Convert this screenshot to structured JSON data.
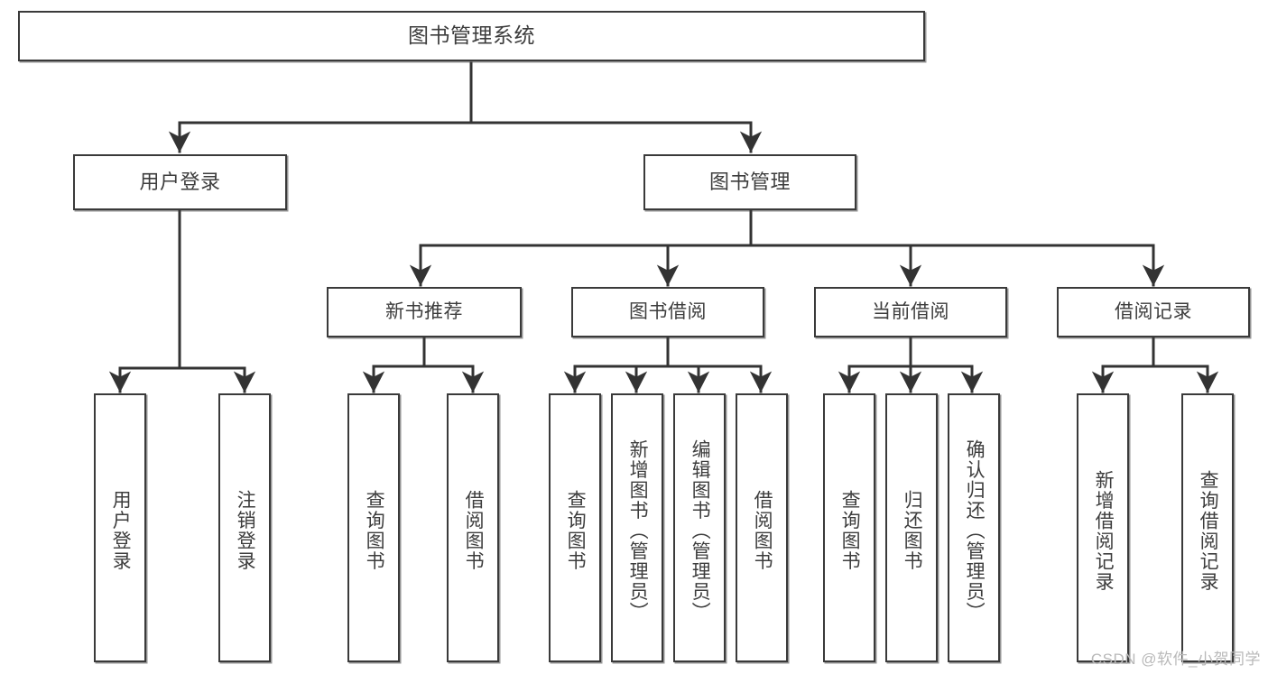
{
  "diagram": {
    "title": "图书管理系统",
    "type": "tree-hierarchy-chart",
    "watermark": "CSDN @软件_小贺同学",
    "colors": {
      "box_border": "#3a3a3a",
      "box_fill": "#ffffff",
      "edge": "#333333",
      "text": "#3d3d3d",
      "watermark": "#b9b9b9"
    },
    "root": {
      "label": "图书管理系统"
    },
    "level1": [
      {
        "label": "用户登录"
      },
      {
        "label": "图书管理"
      }
    ],
    "level2": [
      {
        "label": "新书推荐"
      },
      {
        "label": "图书借阅"
      },
      {
        "label": "当前借阅"
      },
      {
        "label": "借阅记录"
      }
    ],
    "leaves": {
      "user_login": [
        {
          "label": "用户登录"
        },
        {
          "label": "注销登录"
        }
      ],
      "new_book_recommend": [
        {
          "label": "查询图书"
        },
        {
          "label": "借阅图书"
        }
      ],
      "book_borrow": [
        {
          "label": "查询图书"
        },
        {
          "label": "新增图书（管理员）"
        },
        {
          "label": "编辑图书（管理员）"
        },
        {
          "label": "借阅图书"
        }
      ],
      "current_borrow": [
        {
          "label": "查询图书"
        },
        {
          "label": "归还图书"
        },
        {
          "label": "确认归还（管理员）"
        }
      ],
      "borrow_record": [
        {
          "label": "新增借阅记录"
        },
        {
          "label": "查询借阅记录"
        }
      ]
    }
  }
}
